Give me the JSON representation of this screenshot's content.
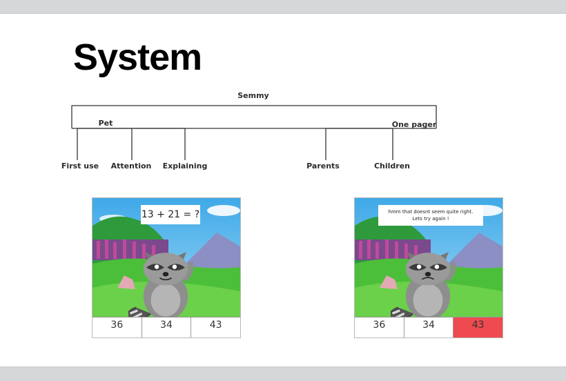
{
  "title": "System",
  "tree": {
    "root": "Semmy",
    "left_branch": "Pet",
    "right_branch": "One pager",
    "pet_children": [
      "First use",
      "Attention",
      "Explaining"
    ],
    "onepager_children": [
      "Parents",
      "Children"
    ]
  },
  "screens": [
    {
      "bubble": "13 + 21 = ?",
      "answers": [
        "36",
        "34",
        "43"
      ]
    },
    {
      "bubble_line1": "hmm that doesnt seem quite right.",
      "bubble_line2": "Lets try again !",
      "answers": [
        "36",
        "34",
        "43"
      ],
      "wrong_color": "#ee4a4f"
    }
  ],
  "icons": [
    "raccoon-mascot-illustration",
    "landscape-background"
  ]
}
